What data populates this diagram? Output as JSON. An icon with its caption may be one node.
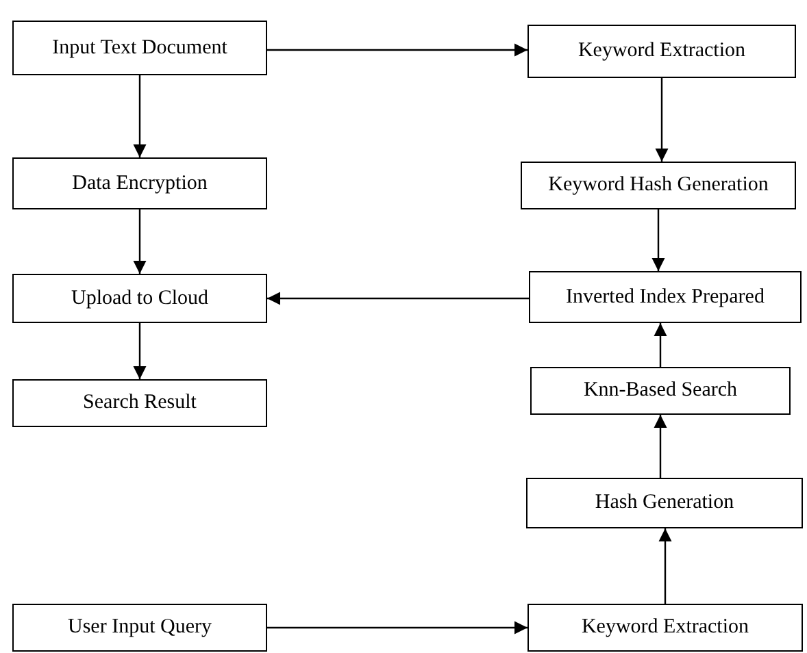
{
  "diagram": {
    "nodes": [
      {
        "text": [
          "Input Text Document"
        ]
      },
      {
        "text": [
          "Keyword Extraction"
        ]
      },
      {
        "text": [
          "Data Encryption"
        ]
      },
      {
        "text": [
          "Keyword Hash Generation"
        ]
      },
      {
        "text": [
          "Upload to Cloud"
        ]
      },
      {
        "text": [
          "Inverted Index Prepared"
        ]
      },
      {
        "text": [
          "Search Result"
        ]
      },
      {
        "text": [
          "Knn-Based Search"
        ]
      },
      {
        "text": [
          "Hash Generation"
        ]
      },
      {
        "text": [
          "User Input Query"
        ]
      },
      {
        "text": [
          "Keyword Extraction"
        ]
      }
    ],
    "edges": [
      {
        "from": 0,
        "to": 1,
        "arrow": "to"
      },
      {
        "from": 0,
        "to": 2,
        "arrow": "to"
      },
      {
        "from": 2,
        "to": 4,
        "arrow": "to"
      },
      {
        "from": 4,
        "to": 6,
        "arrow": "to"
      },
      {
        "from": 1,
        "to": 3,
        "arrow": "to"
      },
      {
        "from": 3,
        "to": 5,
        "arrow": "to"
      },
      {
        "from": 5,
        "to": 4,
        "arrow": "to"
      },
      {
        "from": 7,
        "to": 5,
        "arrow": "to"
      },
      {
        "from": 8,
        "to": 7,
        "arrow": "to"
      },
      {
        "from": 10,
        "to": 8,
        "arrow": "to"
      },
      {
        "from": 9,
        "to": 10,
        "arrow": "to"
      }
    ]
  }
}
